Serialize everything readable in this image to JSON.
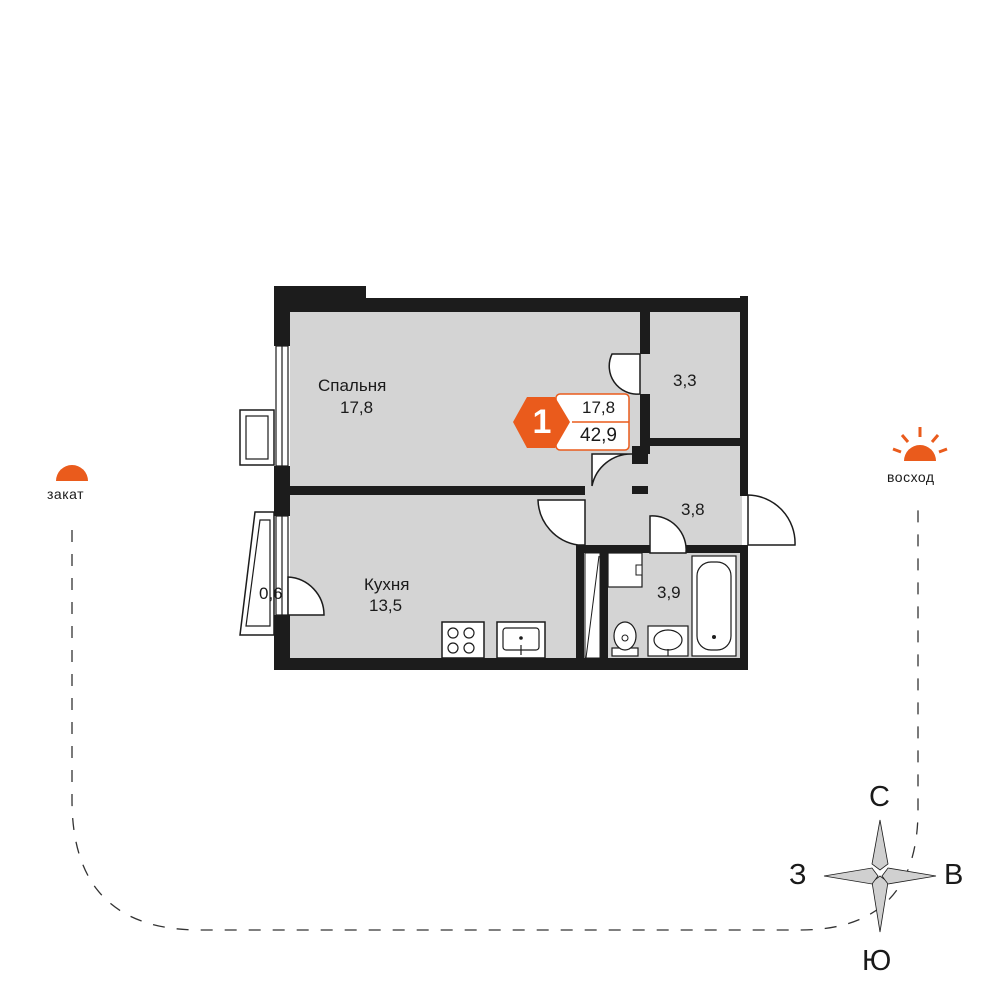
{
  "plan": {
    "rooms": {
      "bedroom": {
        "name": "Спальня",
        "area": "17,8"
      },
      "kitchen": {
        "name": "Кухня",
        "area": "13,5"
      },
      "storage": {
        "area": "3,3"
      },
      "hall": {
        "area": "3,8"
      },
      "bathroom": {
        "area": "3,9"
      },
      "balcony": {
        "area": "0,6"
      }
    },
    "badge": {
      "rooms_count": "1",
      "living_area": "17,8",
      "total_area": "42,9",
      "color": "#ea5b1c"
    }
  },
  "sun": {
    "sunset_label": "закат",
    "sunrise_label": "восход",
    "color": "#ea5b1c"
  },
  "compass": {
    "north": "С",
    "south": "Ю",
    "west": "З",
    "east": "В"
  },
  "colors": {
    "wall": "#1c1c1c",
    "floor": "#d4d4d4",
    "accent": "#ea5b1c"
  }
}
